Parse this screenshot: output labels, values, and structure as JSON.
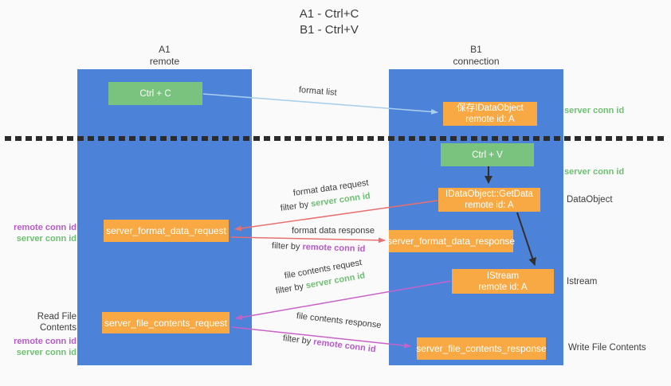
{
  "title": {
    "line1": "A1 - Ctrl+C",
    "line2": "B1 - Ctrl+V"
  },
  "columns": {
    "left": {
      "name": "A1",
      "role": "remote"
    },
    "right": {
      "name": "B1",
      "role": "connection"
    }
  },
  "nodes": {
    "ctrl_c": {
      "label": "Ctrl + C"
    },
    "save_dataobject": {
      "line1": "保存IDataObject",
      "line2": "remote id: A"
    },
    "ctrl_v": {
      "label": "Ctrl + V"
    },
    "getdata": {
      "line1": "IDataObject::GetData",
      "line2": "remote id: A"
    },
    "istream": {
      "line1": "IStream",
      "line2": "remote id: A"
    },
    "server_format_data_request": {
      "label": "server_format_data_request"
    },
    "server_format_data_response": {
      "label": "server_format_data_response"
    },
    "server_file_contents_request": {
      "label": "server_file_contents_request"
    },
    "server_file_contents_response": {
      "label": "server_file_contents_response"
    }
  },
  "arrow_labels": {
    "format_list": "format list",
    "format_data_request": "format data request",
    "format_data_response": "format data response",
    "file_contents_request": "file contents request",
    "file_contents_response": "file contents response",
    "filter_by": "filter by"
  },
  "annotations": {
    "server_conn_id": "server conn id",
    "remote_conn_id": "remote conn id",
    "dataobject": "DataObject",
    "istream": "Istream",
    "read_file_contents": "Read File Contents",
    "write_file_contents": "Write File Contents"
  },
  "colors": {
    "column_blue": "#4d82d9",
    "action_green": "#79c37e",
    "message_orange": "#f8a944",
    "arrow_red": "#e87070",
    "arrow_magenta": "#c862c8",
    "arrow_lightblue": "#a9cfec",
    "arrow_black": "#303030",
    "server_conn_green": "#6dbf71",
    "remote_conn_purple": "#b55bc8",
    "background": "#fafafa"
  }
}
